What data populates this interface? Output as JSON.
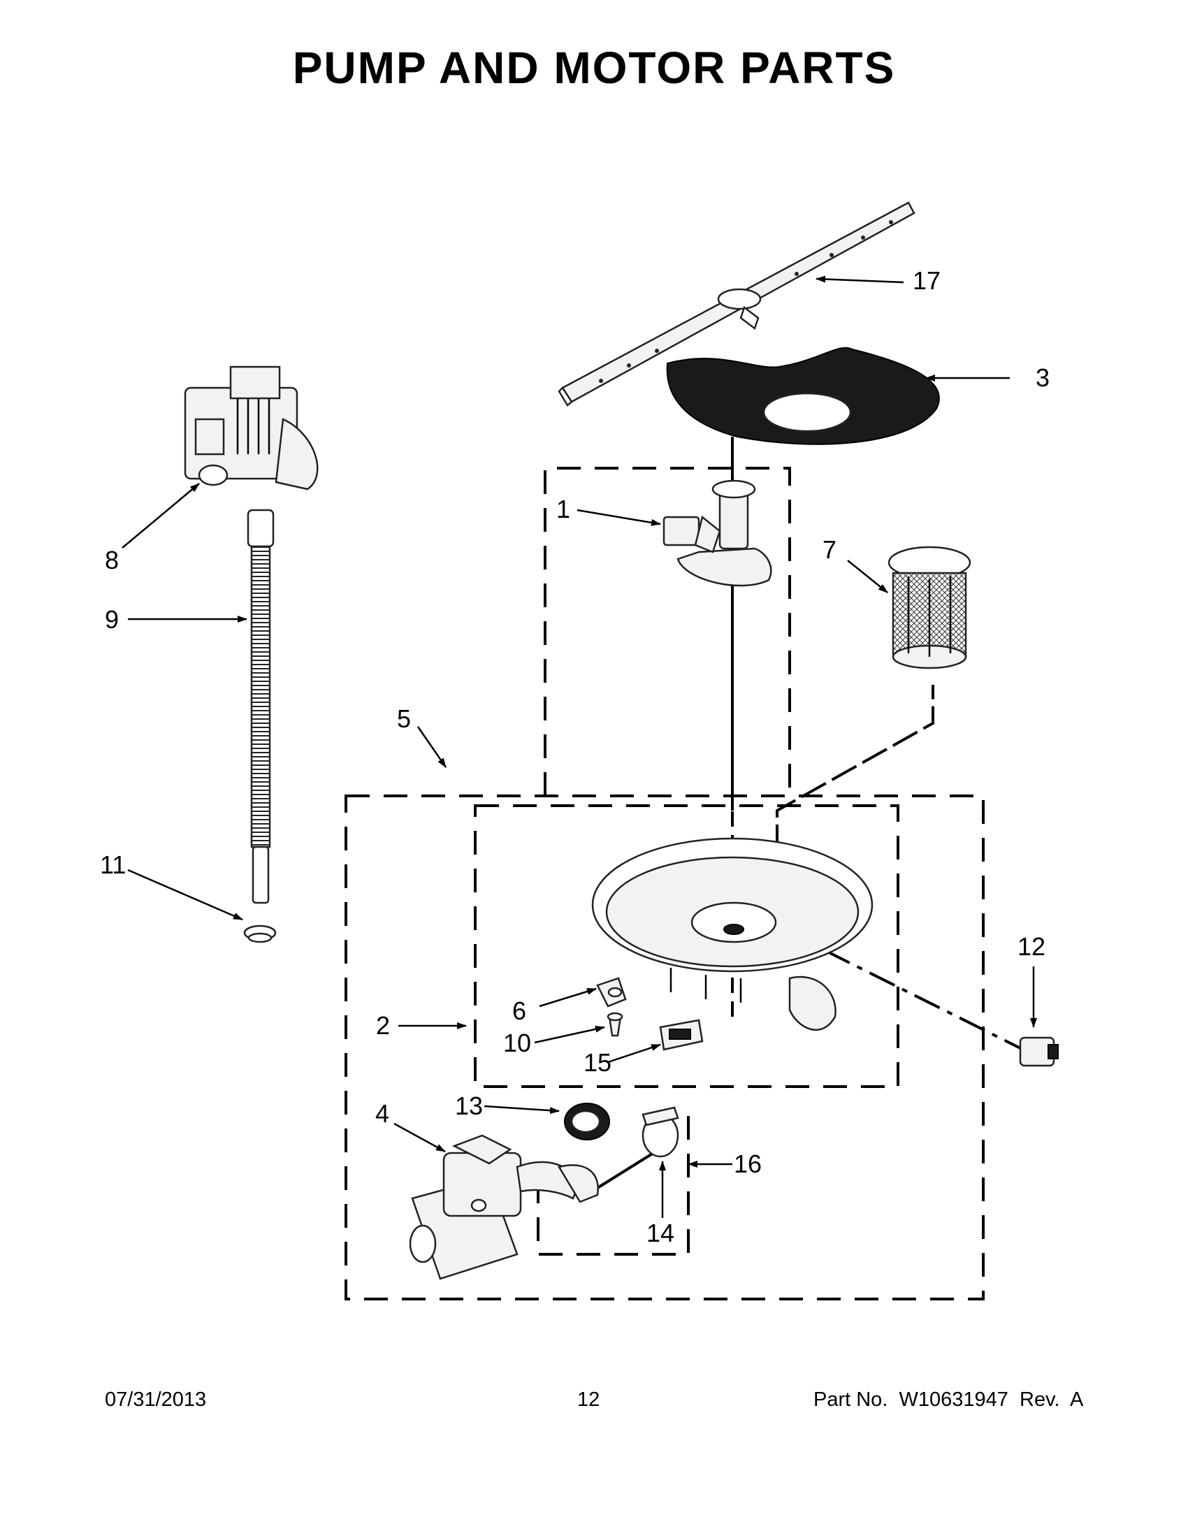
{
  "title": "PUMP AND MOTOR PARTS",
  "callouts": {
    "c1": "1",
    "c2": "2",
    "c3": "3",
    "c4": "4",
    "c5": "5",
    "c6": "6",
    "c7": "7",
    "c8": "8",
    "c9": "9",
    "c10": "10",
    "c11": "11",
    "c12": "12",
    "c13": "13",
    "c14": "14",
    "c15": "15",
    "c16": "16",
    "c17": "17"
  },
  "footer": {
    "date": "07/31/2013",
    "page": "12",
    "part_no": "Part No.  W10631947  Rev.  A"
  }
}
